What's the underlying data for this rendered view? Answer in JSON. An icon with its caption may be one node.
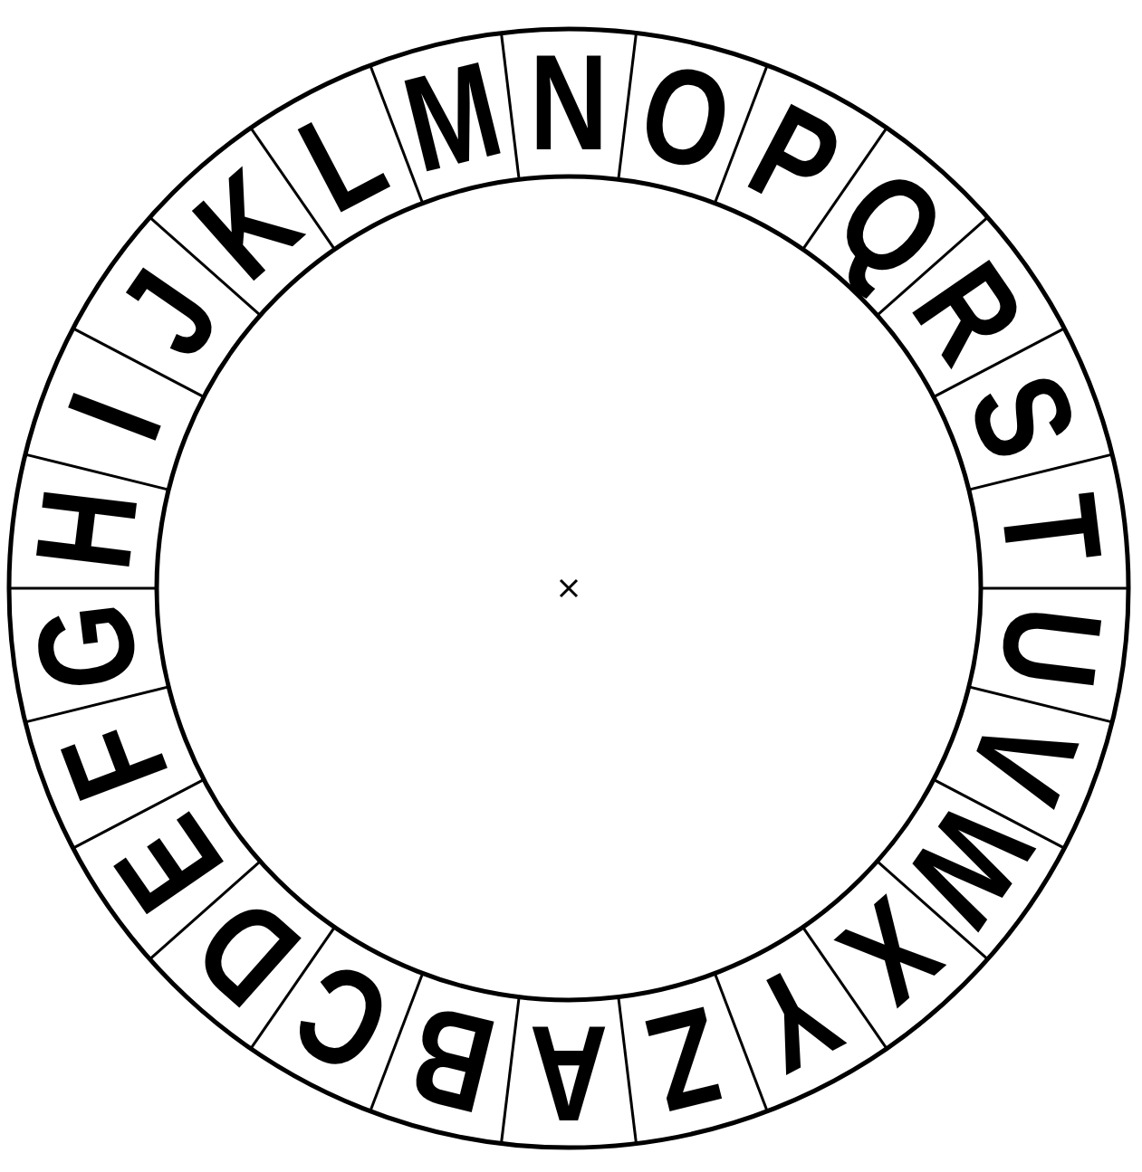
{
  "diagram": {
    "nodes": [
      {
        "text": [
          "A"
        ]
      },
      {
        "text": [
          "B"
        ]
      },
      {
        "text": [
          "C"
        ]
      },
      {
        "text": [
          "D"
        ]
      },
      {
        "text": [
          "E"
        ]
      },
      {
        "text": [
          "F"
        ]
      },
      {
        "text": [
          "G"
        ]
      },
      {
        "text": [
          "H"
        ]
      },
      {
        "text": [
          "I"
        ]
      },
      {
        "text": [
          "J"
        ]
      },
      {
        "text": [
          "K"
        ]
      },
      {
        "text": [
          "L"
        ]
      },
      {
        "text": [
          "M"
        ]
      },
      {
        "text": [
          "N"
        ]
      },
      {
        "text": [
          "O"
        ]
      },
      {
        "text": [
          "P"
        ]
      },
      {
        "text": [
          "Q"
        ]
      },
      {
        "text": [
          "R"
        ]
      },
      {
        "text": [
          "S"
        ]
      },
      {
        "text": [
          "T"
        ]
      },
      {
        "text": [
          "U"
        ]
      },
      {
        "text": [
          "V"
        ]
      },
      {
        "text": [
          "W"
        ]
      },
      {
        "text": [
          "X"
        ]
      },
      {
        "text": [
          "Y"
        ]
      },
      {
        "text": [
          "Z"
        ]
      }
    ]
  }
}
